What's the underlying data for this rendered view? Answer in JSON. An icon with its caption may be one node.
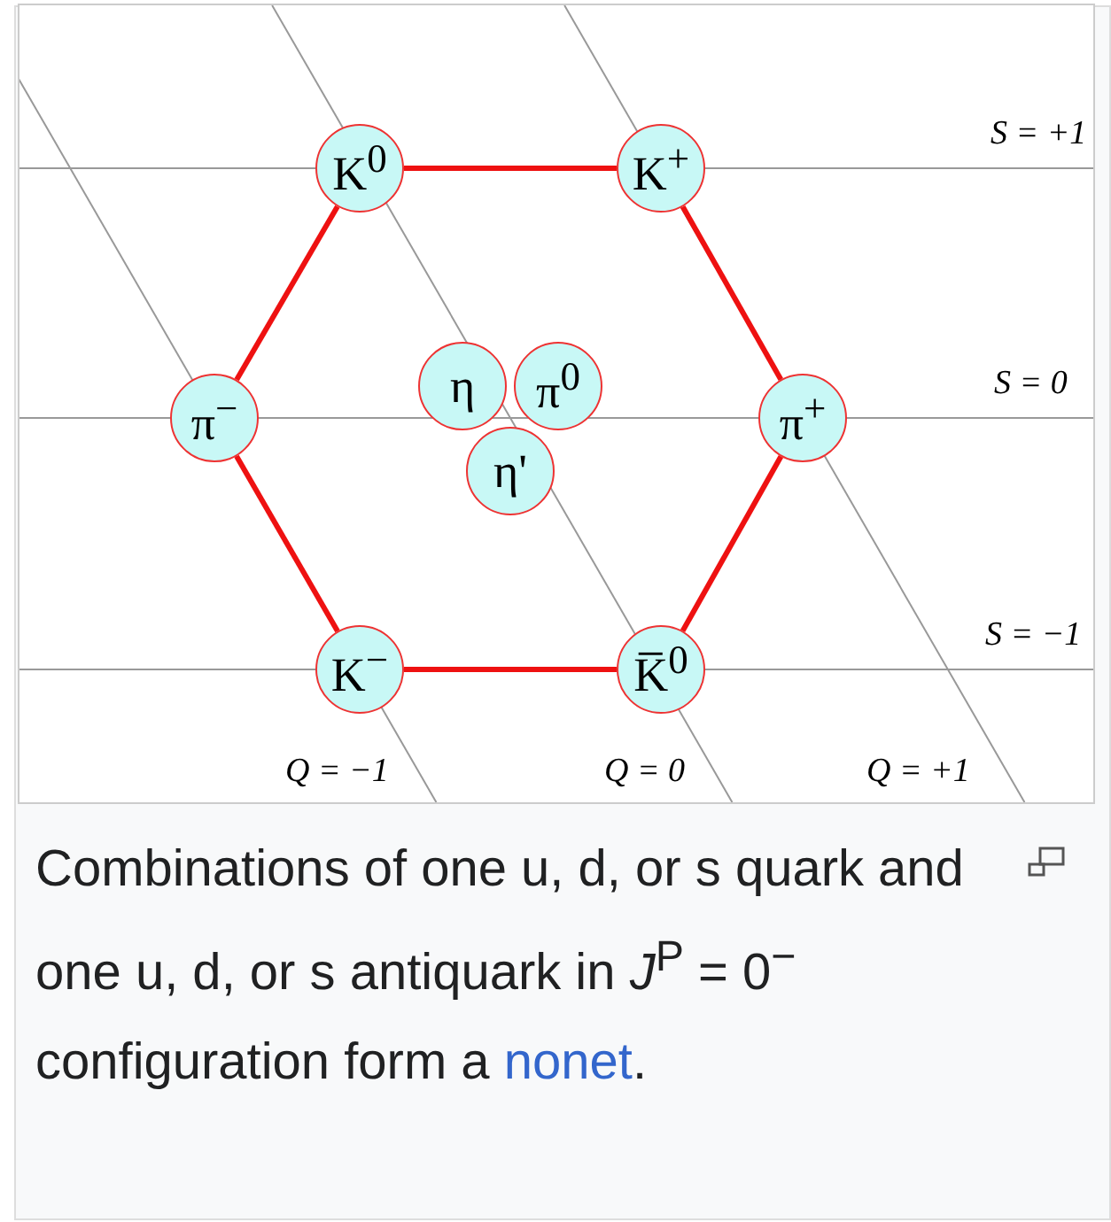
{
  "diagram": {
    "caption": "Combinations of one u, d, or s quark and one u, d, or s antiquark in *J*$^{P}$ = 0$^{−}$ configuration form a nonet.",
    "nodes": [
      {
        "text": [
          "K$^{0}$"
        ]
      },
      {
        "text": [
          "K$^{+}$"
        ]
      },
      {
        "text": [
          "π$^{−}$"
        ]
      },
      {
        "text": [
          "η"
        ]
      },
      {
        "text": [
          "π$^{0}$"
        ]
      },
      {
        "text": [
          "η'"
        ]
      },
      {
        "text": [
          "π$^{+}$"
        ]
      },
      {
        "text": [
          "K$^{−}$"
        ]
      },
      {
        "text": [
          "K̅$^{0}$"
        ]
      }
    ],
    "edges": [
      {
        "from": 0,
        "to": 1,
        "arrow": "none"
      },
      {
        "from": 1,
        "to": 6,
        "arrow": "none"
      },
      {
        "from": 6,
        "to": 8,
        "arrow": "none"
      },
      {
        "from": 8,
        "to": 7,
        "arrow": "none"
      },
      {
        "from": 7,
        "to": 2,
        "arrow": "none"
      },
      {
        "from": 2,
        "to": 0,
        "arrow": "none"
      }
    ],
    "labels": [
      "S = +1",
      "S = 0",
      "S = −1",
      "Q = −1",
      "Q = 0",
      "Q = +1"
    ]
  }
}
